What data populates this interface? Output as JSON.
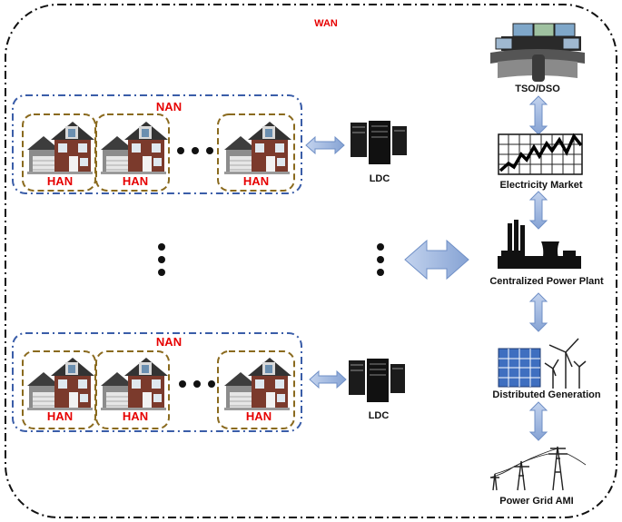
{
  "diagram": {
    "wan_label": "WAN",
    "nan_label": "NAN",
    "han_label": "HAN",
    "ldc_label": "LDC",
    "nan_groups": [
      {
        "hans": [
          "HAN",
          "HAN",
          "HAN"
        ],
        "ldc": "LDC"
      },
      {
        "hans": [
          "HAN",
          "HAN",
          "HAN"
        ],
        "ldc": "LDC"
      }
    ],
    "chain": [
      {
        "id": "tso",
        "label": "TSO/DSO",
        "icon": "control-room-icon"
      },
      {
        "id": "market",
        "label": "Electricity Market",
        "icon": "stock-chart-icon"
      },
      {
        "id": "plant",
        "label": "Centralized Power Plant",
        "icon": "power-plant-icon"
      },
      {
        "id": "dg",
        "label": "Distributed Generation",
        "icon": "solar-wind-icon"
      },
      {
        "id": "ami",
        "label": "Power Grid AMI",
        "icon": "transmission-tower-icon"
      }
    ],
    "colors": {
      "wan_border": "#111111",
      "nan_border": "#3a5da8",
      "han_border": "#8a6a1e",
      "label_red": "#e60000",
      "arrow_fill": "#9cb4de",
      "arrow_stroke": "#6f8fc6"
    }
  }
}
